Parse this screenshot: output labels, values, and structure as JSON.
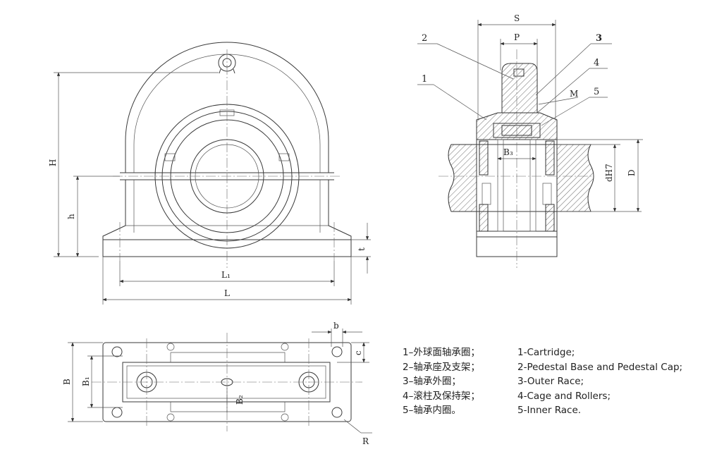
{
  "dimensions": {
    "S": "S",
    "P": "P",
    "H": "H",
    "h": "h",
    "t": "t",
    "L1": "L₁",
    "L": "L",
    "B3": "B₃",
    "dH7": "dH7",
    "D": "D",
    "M": "M",
    "b": "b",
    "c": "c",
    "B": "B",
    "B1": "B₁",
    "B2": "B₂",
    "R": "R"
  },
  "callouts": {
    "c1": "1",
    "c2": "2",
    "c3": "3",
    "c4": "4",
    "c5": "5"
  },
  "legend": [
    {
      "zh": "1–外球面轴承圈；",
      "en": "1-Cartridge;"
    },
    {
      "zh": "2–轴承座及支架；",
      "en": "2-Pedestal Base and Pedestal Cap;"
    },
    {
      "zh": "3–轴承外圈；",
      "en": "3-Outer Race;"
    },
    {
      "zh": "4–滚柱及保持架；",
      "en": "4-Cage and Rollers;"
    },
    {
      "zh": "5–轴承内圈。",
      "en": "5-Inner Race."
    }
  ]
}
